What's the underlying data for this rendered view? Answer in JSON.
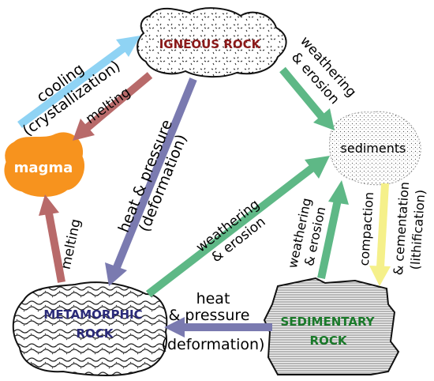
{
  "nodes": {
    "igneous": "IGNEOUS ROCK",
    "sediments": "sediments",
    "magma": "magma",
    "metamorphic_line1": "METAMORPHIC",
    "metamorphic_line2": "ROCK",
    "sedimentary_line1": "SEDIMENTARY",
    "sedimentary_line2": "ROCK"
  },
  "labels": {
    "cooling": "cooling",
    "crystallization": "(crystallization)",
    "melting_top": "melting",
    "melting_left": "melting",
    "heat_pressure_diag": "heat & pressure",
    "deformation_diag": "(deformation)",
    "weathering_top_1": "weathering",
    "weathering_top_2": "& erosion",
    "weathering_mid_1": "weathering",
    "weathering_mid_2": "& erosion",
    "weathering_sed_1": "weathering",
    "weathering_sed_2": "& erosion",
    "compaction": "compaction",
    "cementation": "& cementation",
    "lithification": "(lithification)",
    "heat_bottom": "heat",
    "pressure_bottom": "& pressure",
    "deformation_bottom": "(deformation)"
  },
  "colors": {
    "cooling_arrow": "#8fd3f4",
    "melting_arrow": "#b86a6a",
    "heat_pressure_arrow": "#7a7ab0",
    "weathering_arrow": "#5eb886",
    "compaction_arrow": "#f5f08a",
    "magma_fill": "#f7931e",
    "igneous_text": "#8b1a1a",
    "metamorphic_text": "#2b2b7a",
    "sedimentary_text": "#1a7a2a"
  }
}
